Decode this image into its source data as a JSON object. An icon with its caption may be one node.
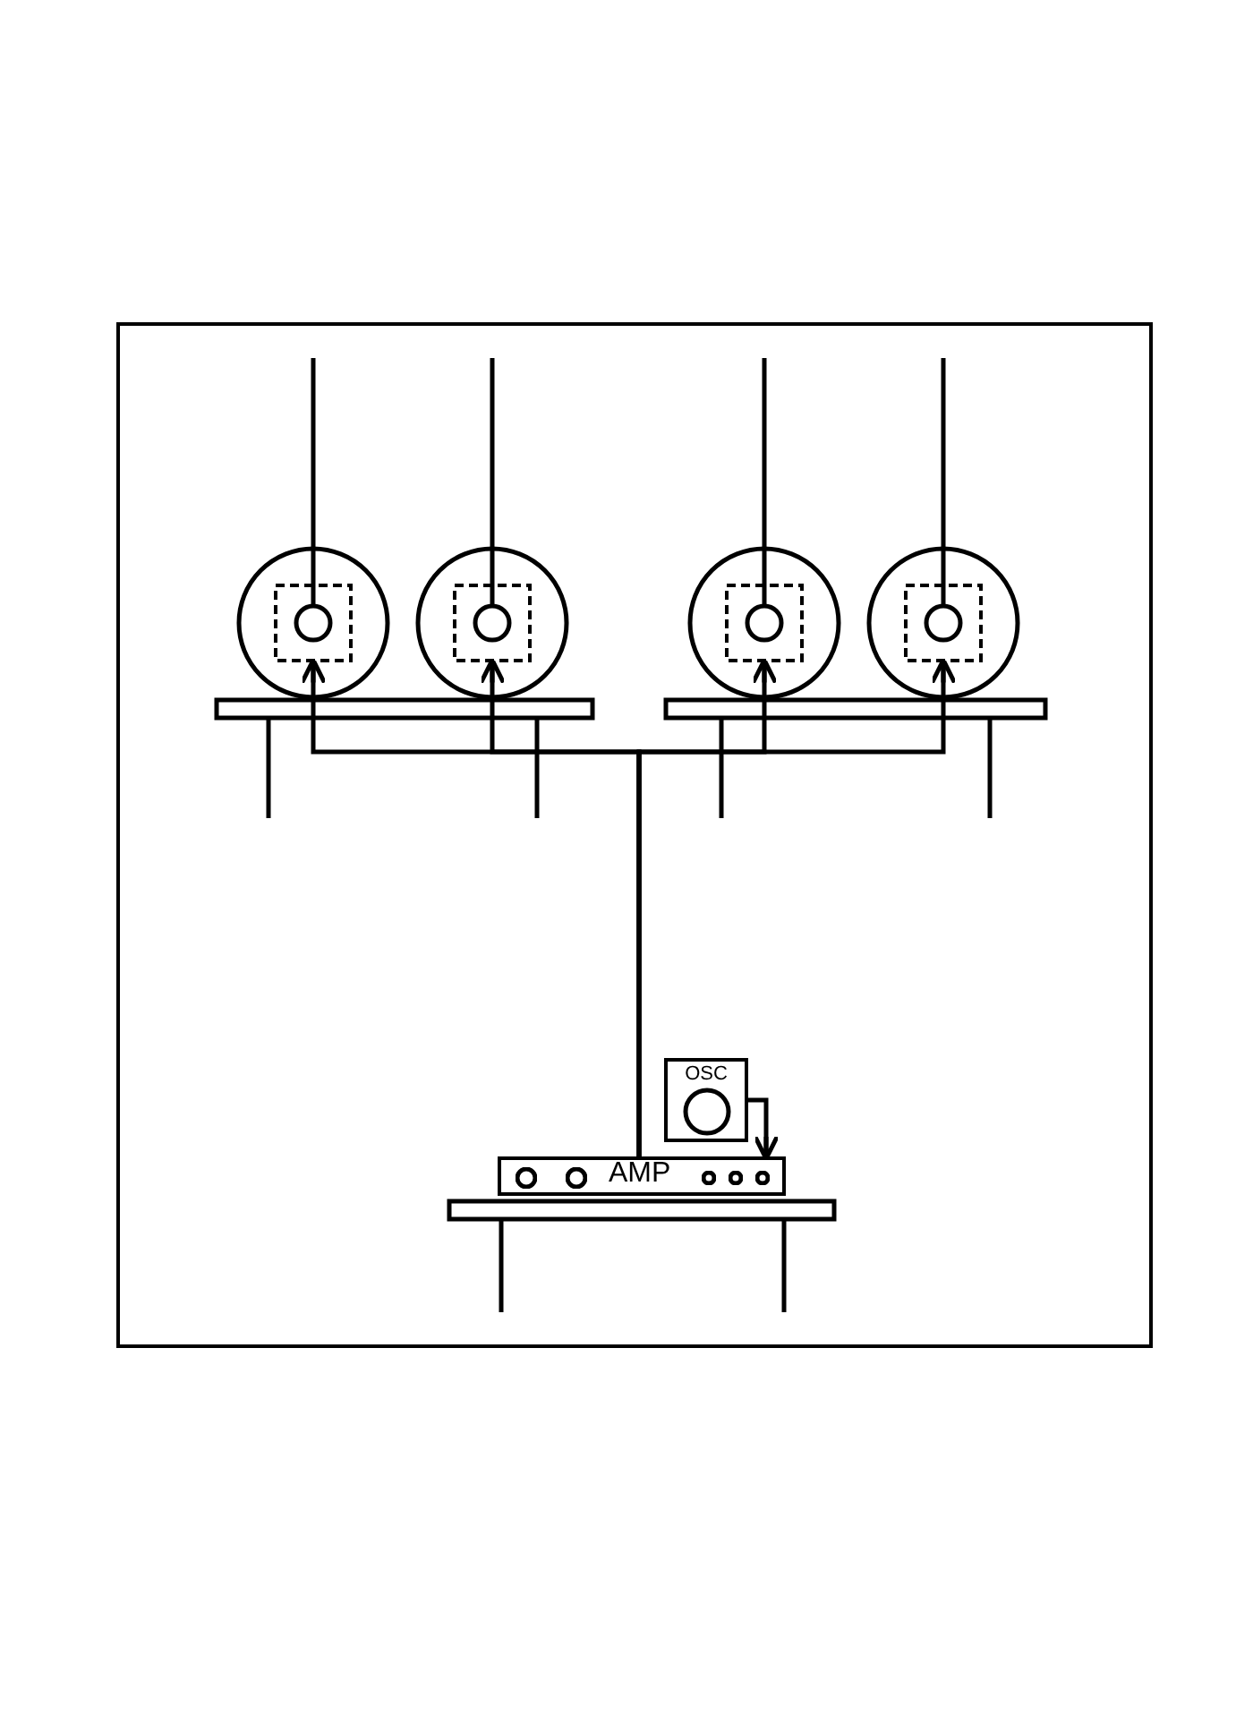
{
  "diagram": {
    "nodes": [
      {
        "text": [],
        "shape": "circle"
      },
      {
        "text": [],
        "shape": "circle"
      },
      {
        "text": [],
        "shape": "circle"
      },
      {
        "text": [],
        "shape": "circle"
      },
      {
        "text": [],
        "shape": "box",
        "in": 0
      },
      {
        "text": [],
        "shape": "box",
        "in": 1
      },
      {
        "text": [],
        "shape": "box",
        "in": 2
      },
      {
        "text": [],
        "shape": "box",
        "in": 3
      },
      {
        "text": [
          "AMP"
        ]
      },
      {
        "text": [
          "OSC"
        ]
      }
    ],
    "edges": [
      {
        "from": 8,
        "to": 4,
        "arrow": "to"
      },
      {
        "from": 8,
        "to": 5,
        "arrow": "to"
      },
      {
        "from": 8,
        "to": 6,
        "arrow": "to"
      },
      {
        "from": 8,
        "to": 7,
        "arrow": "to"
      },
      {
        "from": 9,
        "to": 8,
        "arrow": "to"
      }
    ]
  }
}
